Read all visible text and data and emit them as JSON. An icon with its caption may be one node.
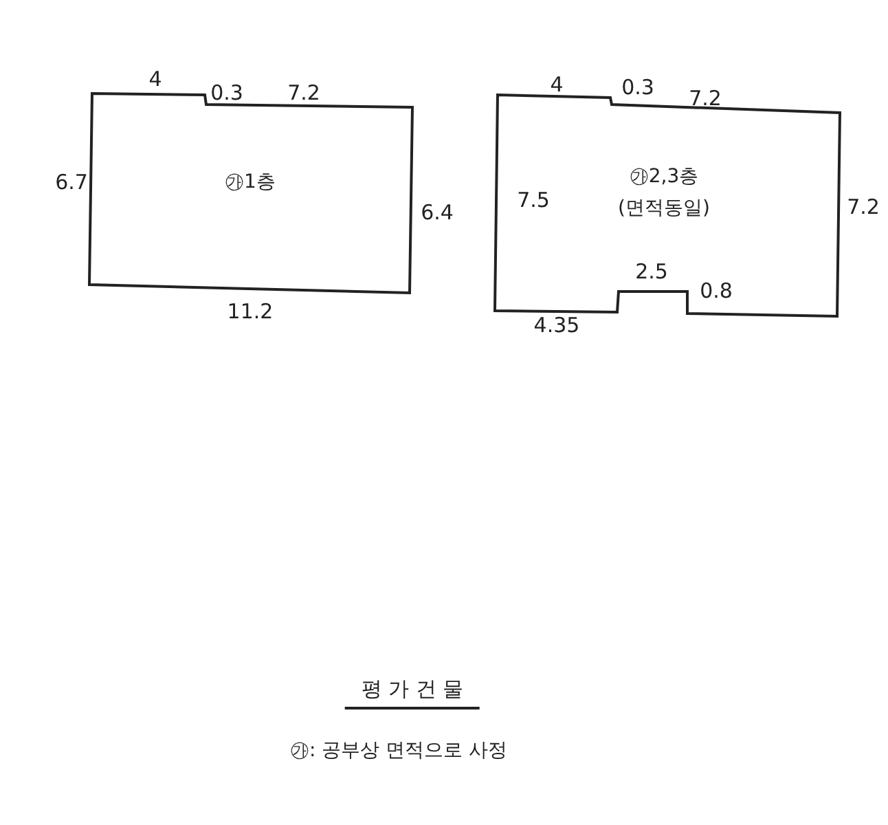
{
  "diagram": {
    "title": "평 가 건 물",
    "caption": "㉮: 공부상 면적으로 사정",
    "nodes": [
      {
        "text": [
          "㉮1층"
        ]
      },
      {
        "text": [
          "㉮2,3층",
          "(면적동일)"
        ]
      }
    ],
    "edges": [],
    "labels": [
      "4",
      "0.3",
      "7.2",
      "6.7",
      "6.4",
      "11.2",
      "4",
      "0.3",
      "7.2",
      "7.5",
      "7.2",
      "2.5",
      "0.8",
      "4.35"
    ]
  }
}
